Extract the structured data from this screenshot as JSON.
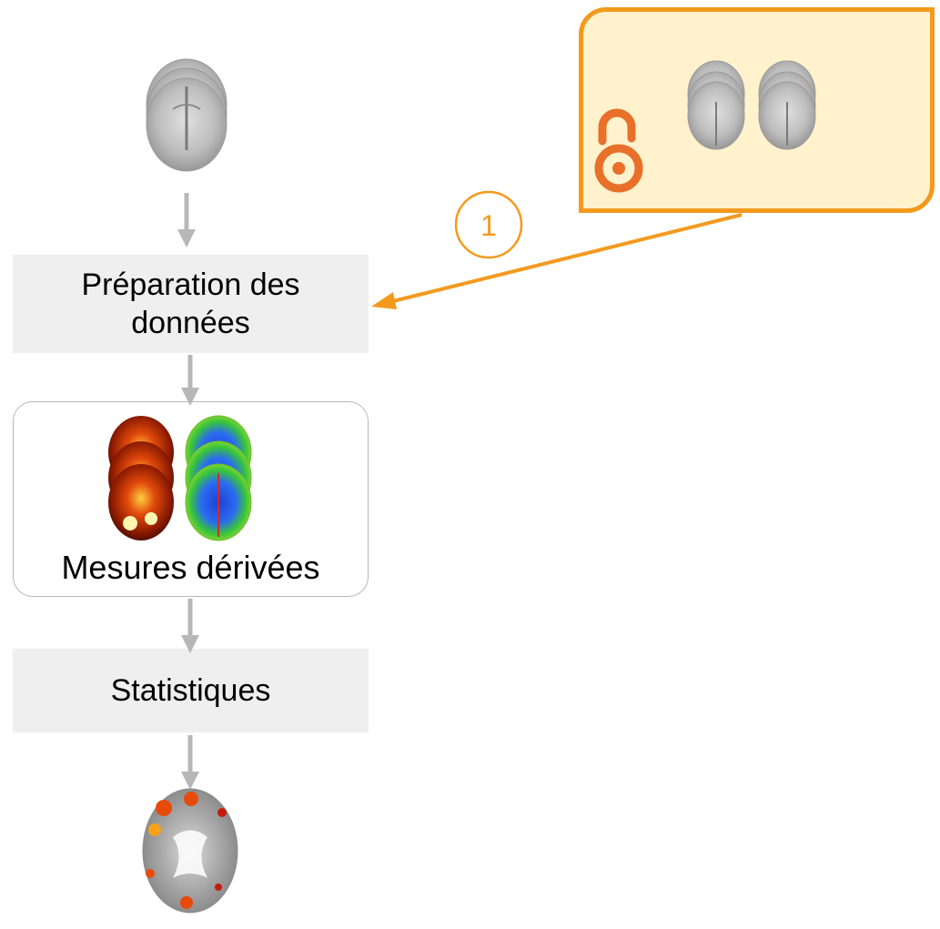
{
  "steps": {
    "preparation": "Préparation des données",
    "derived": "Mesures dérivées",
    "statistics": "Statistiques"
  },
  "annotations": {
    "step_number": "1"
  },
  "icons": {
    "input": "brain-scan-stack-icon",
    "open_data": "open-access-lock-icon",
    "open_data_scans": "brain-scan-stack-icon",
    "derived_a": "heatmap-brain-stack-icon",
    "derived_b": "segmentation-brain-stack-icon",
    "result": "statistical-brain-map-icon"
  },
  "colors": {
    "accent": "#f39a1e",
    "open_box_fill": "#fff2cc",
    "lock": "#e8702a",
    "step_fill": "#efefef",
    "arrow": "#b7b7b7",
    "border": "#b7b7b7"
  }
}
